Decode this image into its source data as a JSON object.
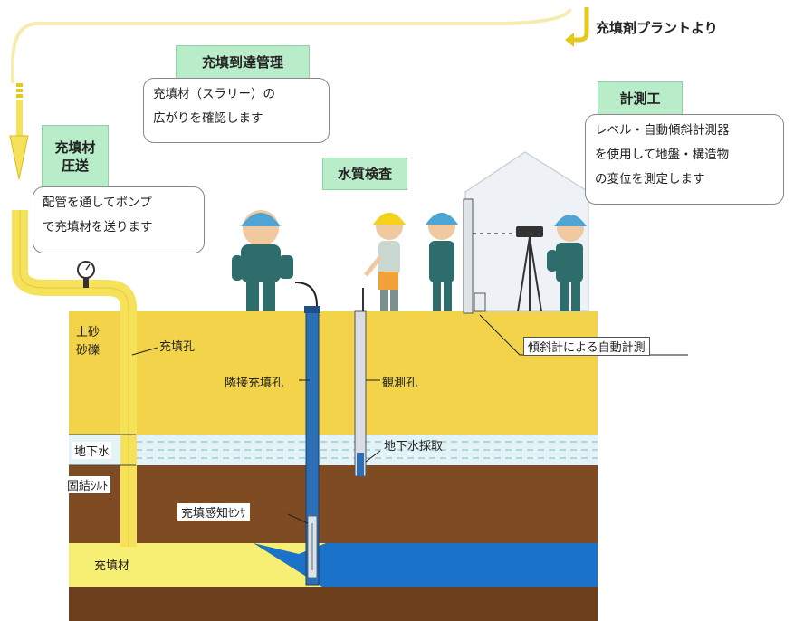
{
  "source_label": "充填剤プラントより",
  "boxes": {
    "arrival": {
      "title": "充填到達管理",
      "lines": [
        "充填材（スラリー）の",
        "広がりを確認します"
      ]
    },
    "pump": {
      "title_lines": [
        "充填材",
        "圧送"
      ],
      "lines": [
        "配管を通してポンプ",
        "で充填材を送ります"
      ]
    },
    "water": {
      "title": "水質検査"
    },
    "measure": {
      "title": "計測工",
      "lines": [
        "レベル・自動傾斜計測器",
        "を使用して地盤・構造物",
        "の変位を測定します"
      ]
    }
  },
  "strata": {
    "soil": [
      "土砂",
      "砂礫"
    ],
    "groundwater": "地下水",
    "silt": "固結ｼﾙﾄ"
  },
  "labels": {
    "fill_hole": "充填孔",
    "adjacent_hole": "隣接充填孔",
    "observation_hole": "観測孔",
    "inclinometer": "傾斜計による自動計測",
    "groundwater_sampling": "地下水採取",
    "sensor": "充填感知ｾﾝｻ",
    "fill_material": "充填材"
  },
  "colors": {
    "pipe_yellow": "#f6e25a",
    "soil_yellow": "#f3d34a",
    "water_band": "#e3f3f6",
    "silt_brown": "#7e4b22",
    "slurry": "#f7ef73",
    "blue_water": "#1a73c9",
    "label_green": "#b9ecc9"
  },
  "icons": [
    "pressure-gauge-icon",
    "down-arrow-icon",
    "u-turn-arrow-icon"
  ]
}
